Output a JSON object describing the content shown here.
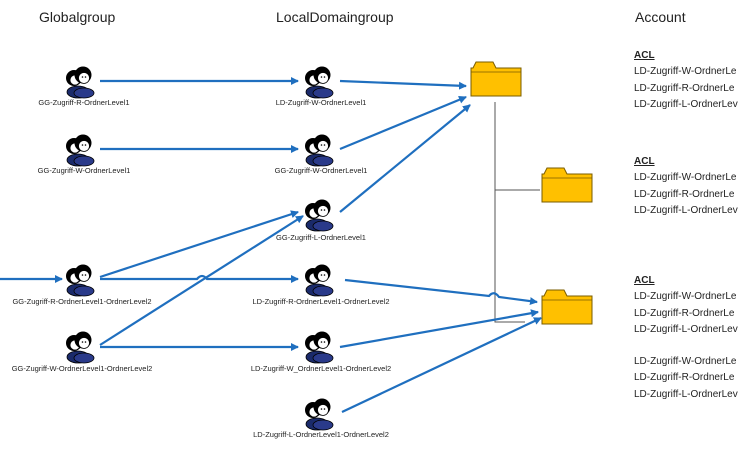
{
  "headers": {
    "global": "Globalgroup",
    "local": "LocalDomaingroup",
    "account": "Account"
  },
  "global_groups": [
    "GG-Zugriff-R-OrdnerLevel1",
    "GG-Zugriff-W-OrdnerLevel1",
    "GG-Zugriff-R-OrdnerLevel1-OrdnerLevel2",
    "GG-Zugriff-W-OrdnerLevel1-OrdnerLevel2"
  ],
  "local_groups": [
    "LD-Zugriff-W-OrdnerLevel1",
    "GG-Zugriff-W-OrdnerLevel1",
    "GG-Zugriff-L-OrdnerLevel1",
    "LD-Zugriff-R-OrdnerLevel1-OrdnerLevel2",
    "LD-Zugriff-W_OrdnerLevel1-OrdnerLevel2",
    "LD-Zugriff-L-OrdnerLevel1-OrdnerLevel2"
  ],
  "acls": [
    {
      "title": "ACL",
      "entries": [
        "LD-Zugriff-W-OrdnerLe",
        "LD-Zugriff-R-OrdnerLe",
        "LD-Zugriff-L-OrdnerLev"
      ]
    },
    {
      "title": "ACL",
      "entries": [
        "LD-Zugriff-W-OrdnerLe",
        "LD-Zugriff-R-OrdnerLe",
        "LD-Zugriff-L-OrdnerLev"
      ]
    },
    {
      "title": "ACL",
      "entries": [
        "LD-Zugriff-W-OrdnerLe",
        "LD-Zugriff-R-OrdnerLe",
        "LD-Zugriff-L-OrdnerLev",
        "",
        "LD-Zugriff-W-OrdnerLe",
        "LD-Zugriff-R-OrdnerLe",
        "LD-Zugriff-L-OrdnerLev"
      ]
    }
  ],
  "colors": {
    "arrow": "#1f6fbf",
    "folder": "#ffc000",
    "folder_stroke": "#7a5c00",
    "tree_line": "#555555"
  }
}
